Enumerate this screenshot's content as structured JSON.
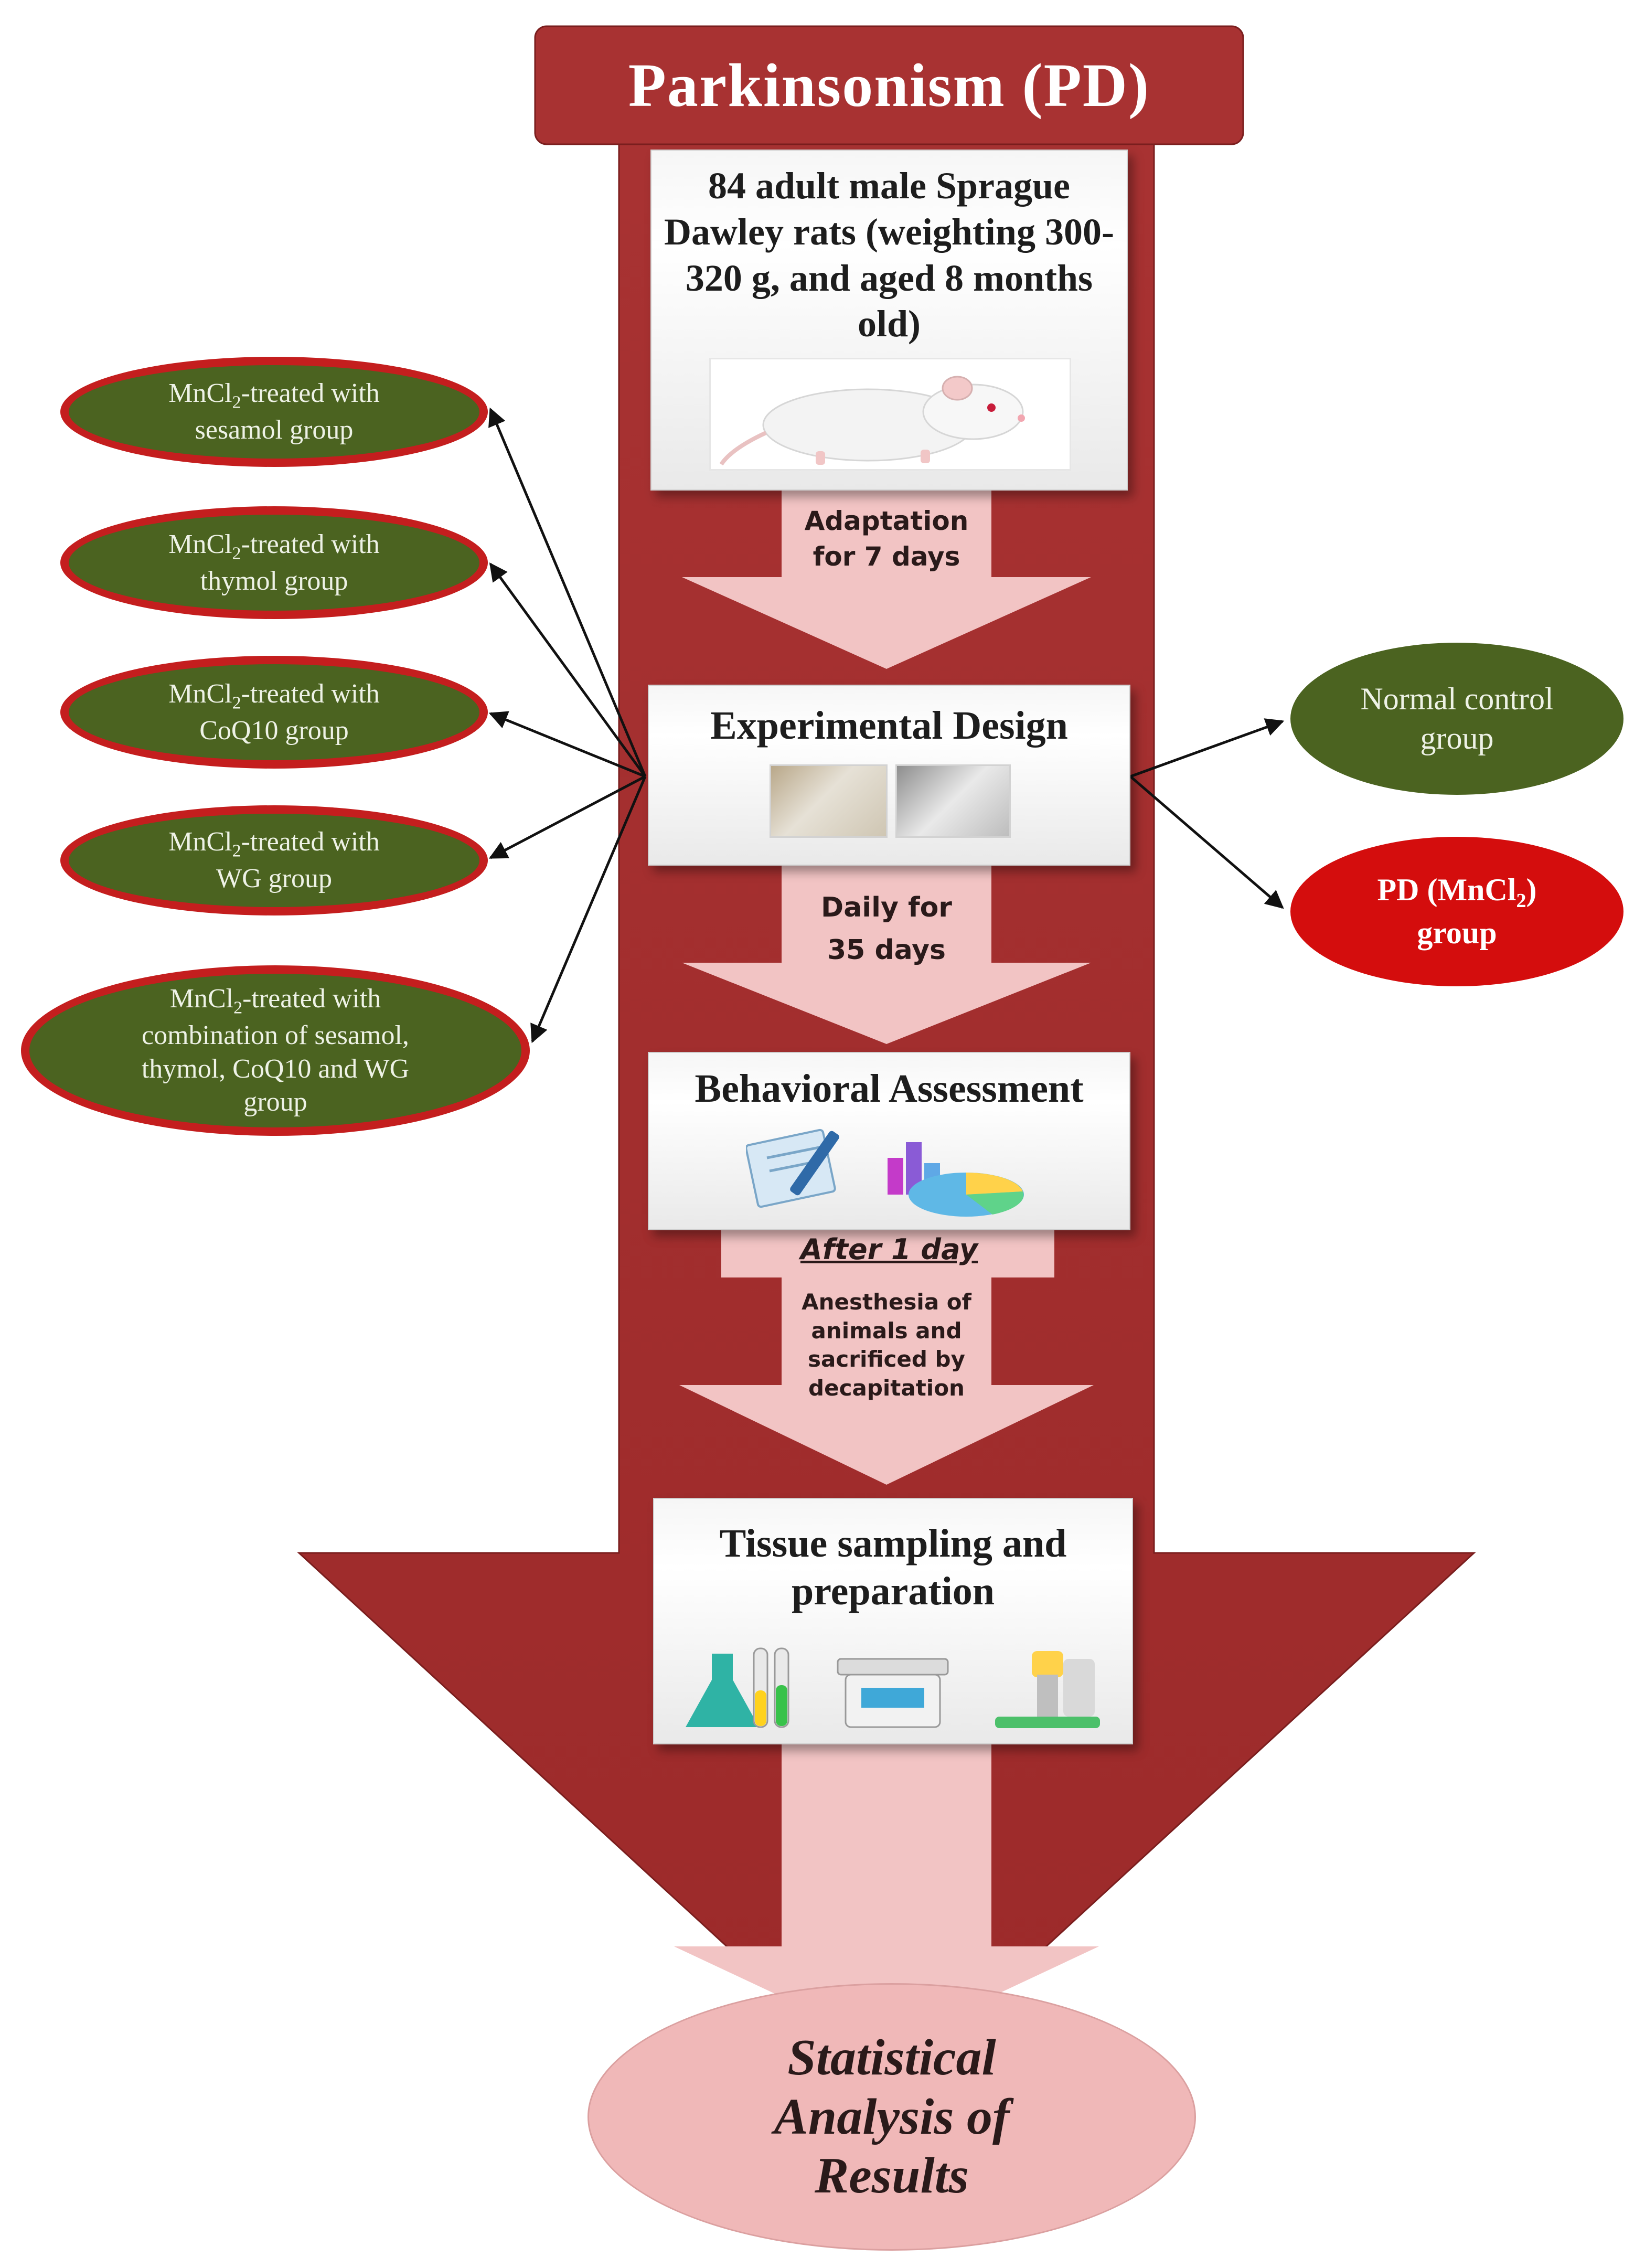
{
  "title": "Parkinsonism (PD)",
  "animals_box": {
    "text": "84 adult male Sprague Dawley rats (weighting 300-320 g, and aged 8 months old)",
    "image": "white-rat-photo"
  },
  "steps": {
    "adaptation": "Adaptation for 7 days",
    "daily": "Daily for 35 days",
    "after": "After 1 day",
    "anesthesia": "Anesthesia of animals and sacrificed by decapitation"
  },
  "experimental_design": {
    "title": "Experimental Design",
    "images": [
      "rat-handling-photo",
      "injection-photo"
    ]
  },
  "behavioral": {
    "title": "Behavioral Assessment",
    "icons": [
      "clipboard-pen-icon",
      "bar-pie-chart-icon"
    ]
  },
  "tissue": {
    "title": "Tissue sampling and preparation",
    "icons": [
      "lab-flasks-icon",
      "weighing-scale-icon",
      "microscope-icon"
    ]
  },
  "result": "Statistical Analysis of Results",
  "left_groups": [
    {
      "prefix": "MnCl",
      "sub": "2",
      "suffix": "-treated with",
      "rest": "sesamol group"
    },
    {
      "prefix": "MnCl",
      "sub": "2",
      "suffix": "-treated with",
      "rest": "thymol group"
    },
    {
      "prefix": "MnCl",
      "sub": "2",
      "suffix": "-treated with",
      "rest": "CoQ10 group"
    },
    {
      "prefix": "MnCl",
      "sub": "2",
      "suffix": "-treated with",
      "rest": "WG group"
    },
    {
      "prefix": "MnCl",
      "sub": "2",
      "suffix": "-treated with",
      "rest": "combination of sesamol, thymol, CoQ10 and WG group"
    }
  ],
  "right_groups": {
    "normal": "Normal control group",
    "pd": {
      "prefix": "PD (MnCl",
      "sub": "2",
      "suffix": ")",
      "rest": "group"
    }
  },
  "colors": {
    "dark_red": "#a83232",
    "pink": "#f2c4c4",
    "green": "#4b6320",
    "red_border": "#c41e1e",
    "pd_red": "#d40d0d",
    "result_pink": "#f0b8b8"
  }
}
